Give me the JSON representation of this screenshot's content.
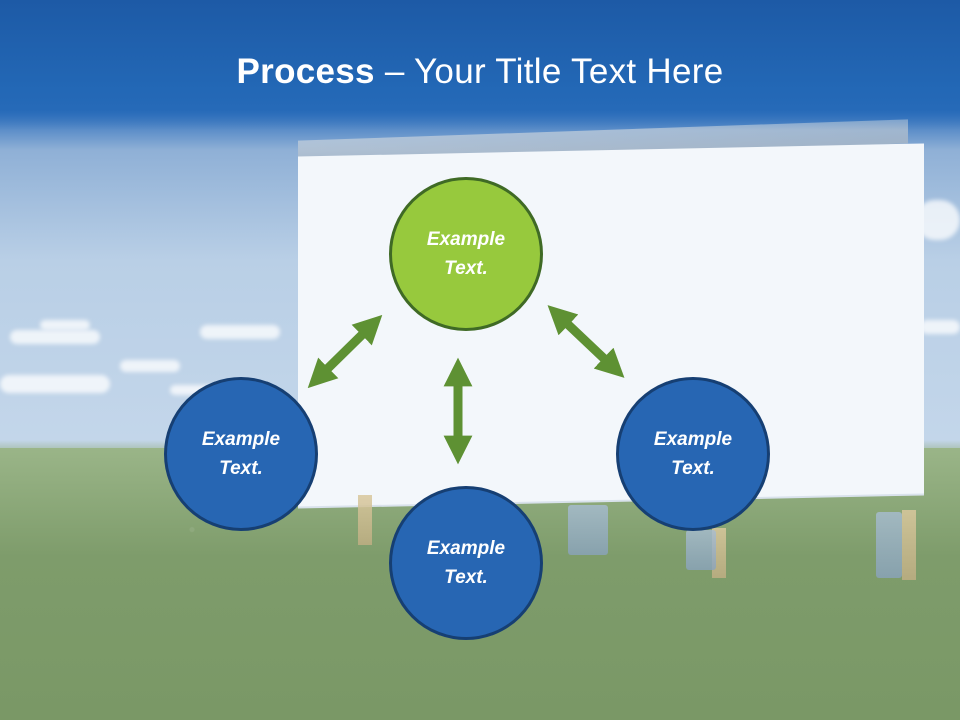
{
  "slide": {
    "title_bold": "Process",
    "title_rest": " – Your Title Text Here"
  },
  "nodes": [
    {
      "id": "top",
      "label": "Example Text.",
      "color": "#97c93d"
    },
    {
      "id": "left",
      "label": "Example Text.",
      "color": "#2766b3"
    },
    {
      "id": "bottom",
      "label": "Example Text.",
      "color": "#2766b3"
    },
    {
      "id": "right",
      "label": "Example Text.",
      "color": "#2766b3"
    }
  ],
  "colors": {
    "arrow": "#5e9133",
    "title_bar": "#1d5aa6",
    "green_node": "#97c93d",
    "blue_node": "#2766b3"
  }
}
